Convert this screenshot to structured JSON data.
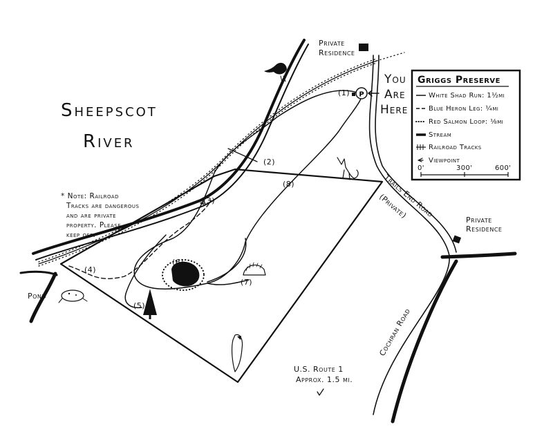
{
  "map": {
    "water_labels": {
      "river_line1": "Sheepscot",
      "river_line2": "River",
      "pond": "Pond"
    },
    "legend": {
      "title": "Griggs Preserve",
      "items": [
        {
          "symbol": "solid-line",
          "label": "White Shad Run: 1½mi"
        },
        {
          "symbol": "dashed-line",
          "label": "Blue Heron Leg: ¼mi"
        },
        {
          "symbol": "dotted-line",
          "label": "Red Salmon Loop: ⅛mi"
        },
        {
          "symbol": "stream-line",
          "label": "Stream"
        },
        {
          "symbol": "railroad-line",
          "label": "Railroad Tracks"
        },
        {
          "symbol": "viewpoint-icon",
          "label": "Viewpoint"
        }
      ],
      "scale": [
        "0'",
        "300'",
        "600'"
      ]
    },
    "note": [
      "* Note: Railroad",
      "Tracks are dangerous",
      "and are private",
      "property. Please",
      "keep off."
    ],
    "you_are_here": [
      "You",
      "Are",
      "Here"
    ],
    "parking": "P",
    "private_residence_top": [
      "Private",
      "Residence"
    ],
    "private_residence_right": [
      "Private",
      "Residence"
    ],
    "roads": {
      "trails_end": "Trails End Road",
      "trails_end_private": "(Private)",
      "cochran": "Cochran Road",
      "route": [
        "U.S. Route 1",
        "Approx. 1.5 mi."
      ]
    },
    "waypoints": [
      "(1)",
      "(2)",
      "(3)",
      "(4)",
      "(5)",
      "(6)",
      "(7)",
      "(8)"
    ],
    "icons": [
      "kingfisher-icon",
      "fox-icon",
      "frog-icon",
      "hedgehog-icon",
      "woodpecker-icon",
      "pine-tree-icon",
      "viewpoint-icon",
      "parking-icon",
      "house-icon"
    ]
  }
}
